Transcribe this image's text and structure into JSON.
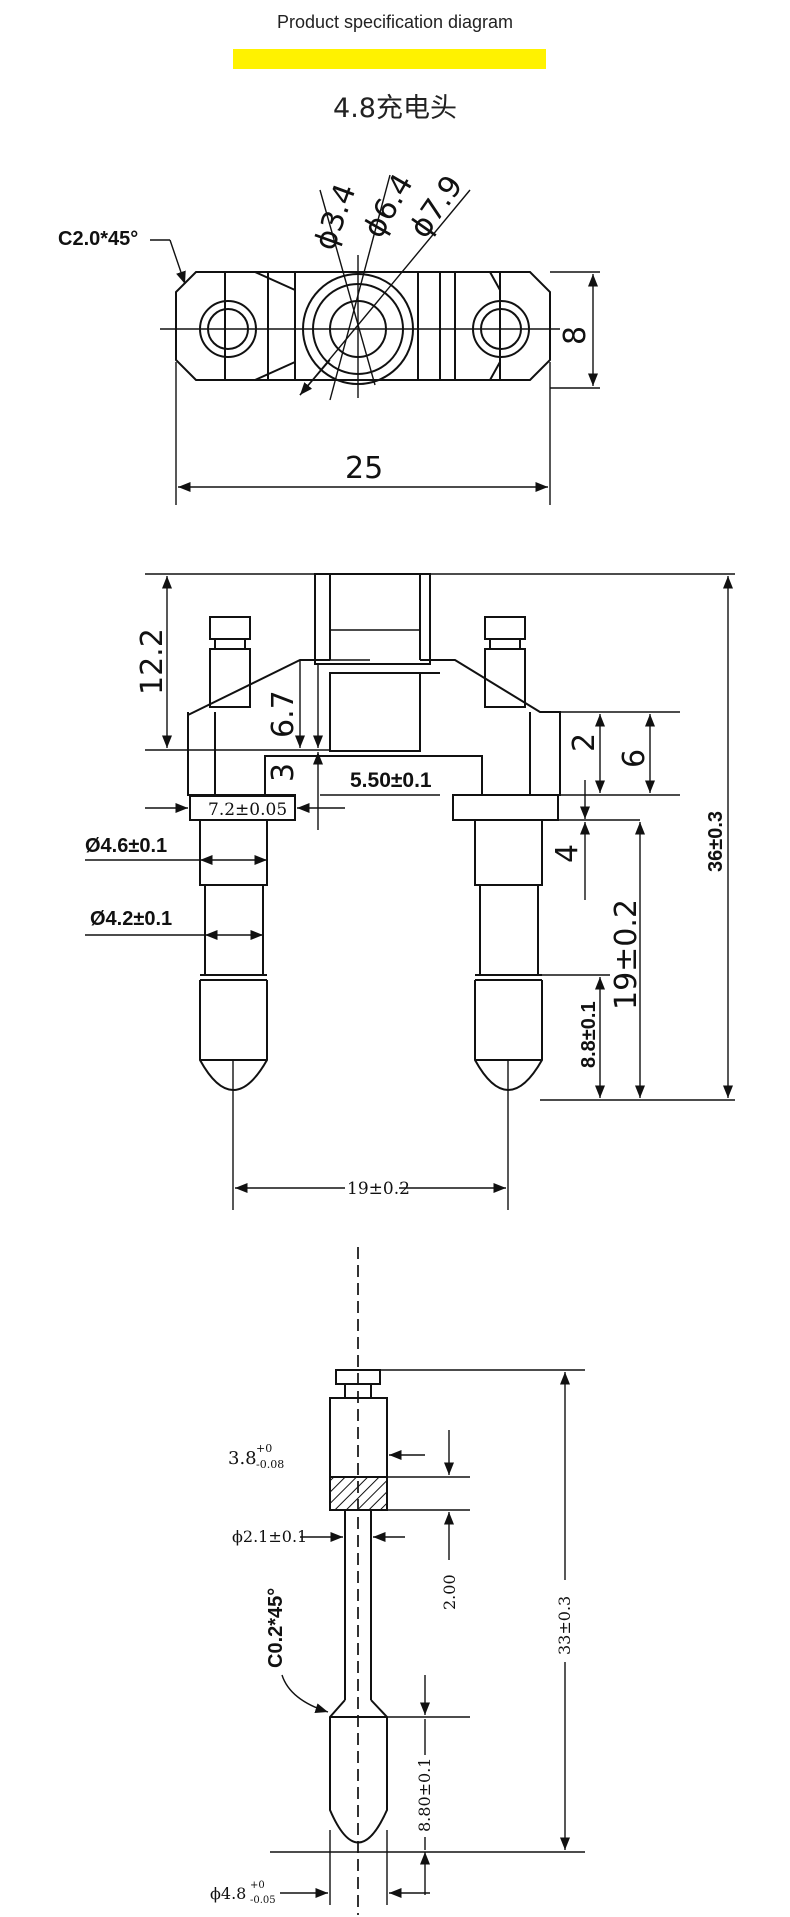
{
  "header": {
    "subtitle": "Product specification diagram",
    "product_title": "4.8充电头",
    "accent_color": "#FFF200"
  },
  "top_view": {
    "chamfer_label": "C2.0*45°",
    "dia_inner": "ϕ3.4",
    "dia_mid": "ϕ6.4",
    "dia_outer": "ϕ7.9",
    "height_label": "8",
    "width_label": "25"
  },
  "front_view": {
    "dim_12_2": "12.2",
    "dim_6_7": "6.7",
    "dim_3": "3",
    "dim_5_50": "5.50±0.1",
    "dim_7_2": "7.2±0.05",
    "dim_d4_6": "Ø4.6±0.1",
    "dim_d4_2": "Ø4.2±0.1",
    "dim_2": "2",
    "dim_6": "6",
    "dim_4": "4",
    "dim_36": "36±0.3",
    "dim_19_v": "19±0.2",
    "dim_8_8": "8.8±0.1",
    "dim_19_h": "19±0.2"
  },
  "side_view": {
    "dim_3_8": "3.8",
    "dim_3_8_tol_upper": "+0",
    "dim_3_8_tol_lower": "-0.08",
    "dim_d2_1": "ϕ2.1±0.1",
    "dim_2_00": "2.00",
    "chamfer_label": "C0.2*45°",
    "dim_33": "33±0.3",
    "dim_8_80": "8.80±0.1",
    "dim_d4_8": "ϕ4.8",
    "dim_d4_8_tol_upper": "+0",
    "dim_d4_8_tol_lower": "-0.05"
  }
}
